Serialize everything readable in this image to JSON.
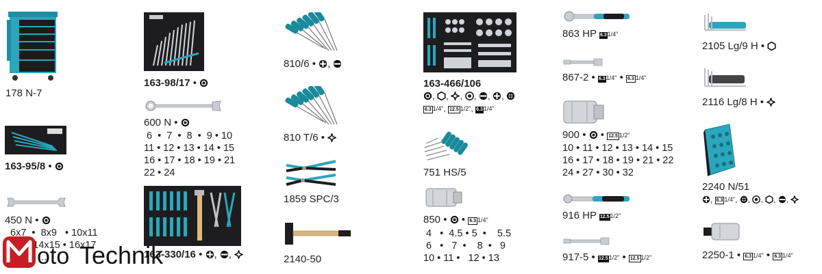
{
  "colors": {
    "teal": "#2aa7bd",
    "tray": "#1d1d1f",
    "steel": "#c9ccd0"
  },
  "items": {
    "i178": {
      "label": "178 N-7"
    },
    "i16395": {
      "label": "163-95/8"
    },
    "i450": {
      "label": "450 N",
      "sizes": "6x7  •  8x9   • 10x11\n     •  14x15 • 16x17\n        •  ..."
    },
    "i16398": {
      "label": "163-98/17"
    },
    "i600": {
      "label": "600 N",
      "sizes": " 6  •  7  •  8  •  9 • 10\n11 • 12 • 13 • 14 • 15\n16 • 17 • 18 • 19 • 21\n22 • 24"
    },
    "i163330": {
      "label": "163-330/16"
    },
    "i8106": {
      "label": "810/6"
    },
    "i810t6": {
      "label": "810 T/6"
    },
    "i1859": {
      "label": "1859 SPC/3"
    },
    "i2140": {
      "label": "2140-50"
    },
    "i163466": {
      "label": "163-466/106",
      "sub1": "6.3",
      "sub2": "1/4\"",
      "sub3": "12.5",
      "sub4": "1/2\"",
      "sub5": "6.3",
      "sub6": "1/4\""
    },
    "i751": {
      "label": "751 HS/5"
    },
    "i850": {
      "label": "850",
      "box": "6.3",
      "frac": "1/4\"",
      "sizes": " 4   •  4.5 • 5  •    5.5\n 6   •   7  •    8  •   9\n10 • 11 •   12 • 13"
    },
    "i863": {
      "label": "863 HP",
      "box": "6.3",
      "frac": "1/4\""
    },
    "i8672": {
      "label": "867-2",
      "box": "6.3",
      "frac": "1/4\"",
      "box2": "6.3",
      "frac2": "1/4\""
    },
    "i900": {
      "label": "900",
      "box": "12.5",
      "frac": "1/2\"",
      "sizes": "10 • 11 • 12 • 13 • 14 • 15\n16 • 17 • 18 • 19 • 21 • 22\n24 • 27 • 30 • 32"
    },
    "i916": {
      "label": "916 HP",
      "box": "12.5",
      "frac": "1/2\""
    },
    "i9175": {
      "label": "917-5",
      "box": "12.5",
      "frac": "1/2\"",
      "box2": "12.5",
      "frac2": "1/2\""
    },
    "i2105": {
      "label": "2105 Lg/9 H"
    },
    "i2116": {
      "label": "2116 Lg/8 H"
    },
    "i2240": {
      "label": "2240 N/51",
      "box": "6.3",
      "frac": "1/4\""
    },
    "i22501": {
      "label": "2250-1",
      "box": "6.3",
      "frac": "1/4\"",
      "box2": "6.3",
      "frac2": "1/4\""
    }
  },
  "watermark": {
    "text": "MotoTechnik"
  }
}
